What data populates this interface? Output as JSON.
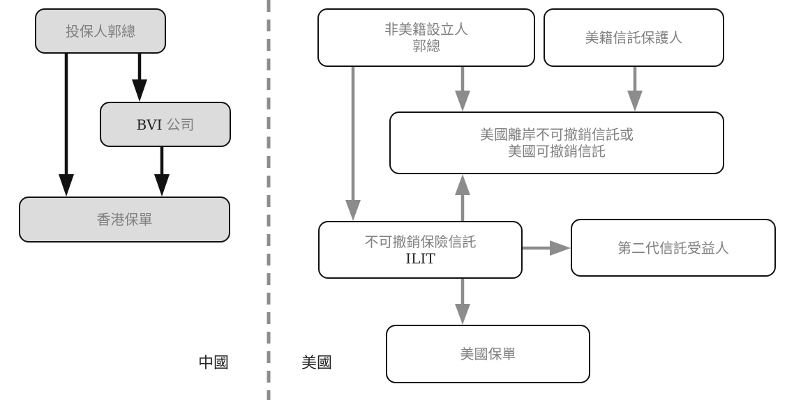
{
  "diagram": {
    "regions": {
      "china_label": "中國",
      "us_label": "美國"
    },
    "china_nodes": {
      "policyholder": "投保人郭總",
      "bvi_company_latin": "BVI",
      "bvi_company_cjk": "公司",
      "hk_policy": "香港保單"
    },
    "us_nodes": {
      "non_us_settlor_line1": "非美籍設立人",
      "non_us_settlor_line2": "郭總",
      "us_trust_protector": "美籍信託保護人",
      "us_trust_line1": "美國離岸不可撤銷信託或",
      "us_trust_line2": "美國可撤銷信託",
      "ilit_line1": "不可撤銷保險信託",
      "ilit_line2": "ILIT",
      "second_gen_beneficiary": "第二代信託受益人",
      "us_policy": "美國保單"
    },
    "edges": [
      {
        "from": "policyholder",
        "to": "hk_policy",
        "color": "#111111"
      },
      {
        "from": "policyholder",
        "to": "bvi_company",
        "color": "#111111"
      },
      {
        "from": "bvi_company",
        "to": "hk_policy",
        "color": "#111111"
      },
      {
        "from": "non_us_settlor",
        "to": "ilit",
        "color": "#8c8c8c"
      },
      {
        "from": "non_us_settlor",
        "to": "us_trust",
        "color": "#8c8c8c"
      },
      {
        "from": "us_trust_protector",
        "to": "us_trust",
        "color": "#8c8c8c"
      },
      {
        "from": "ilit",
        "to": "us_trust",
        "color": "#8c8c8c"
      },
      {
        "from": "ilit",
        "to": "second_gen_beneficiary",
        "color": "#8c8c8c"
      },
      {
        "from": "ilit",
        "to": "us_policy",
        "color": "#8c8c8c"
      }
    ],
    "colors": {
      "china_node_fill": "#dcdcdc",
      "us_node_fill": "#ffffff",
      "china_arrow": "#111111",
      "us_arrow": "#8c8c8c",
      "divider": "#8c8c8c"
    }
  }
}
